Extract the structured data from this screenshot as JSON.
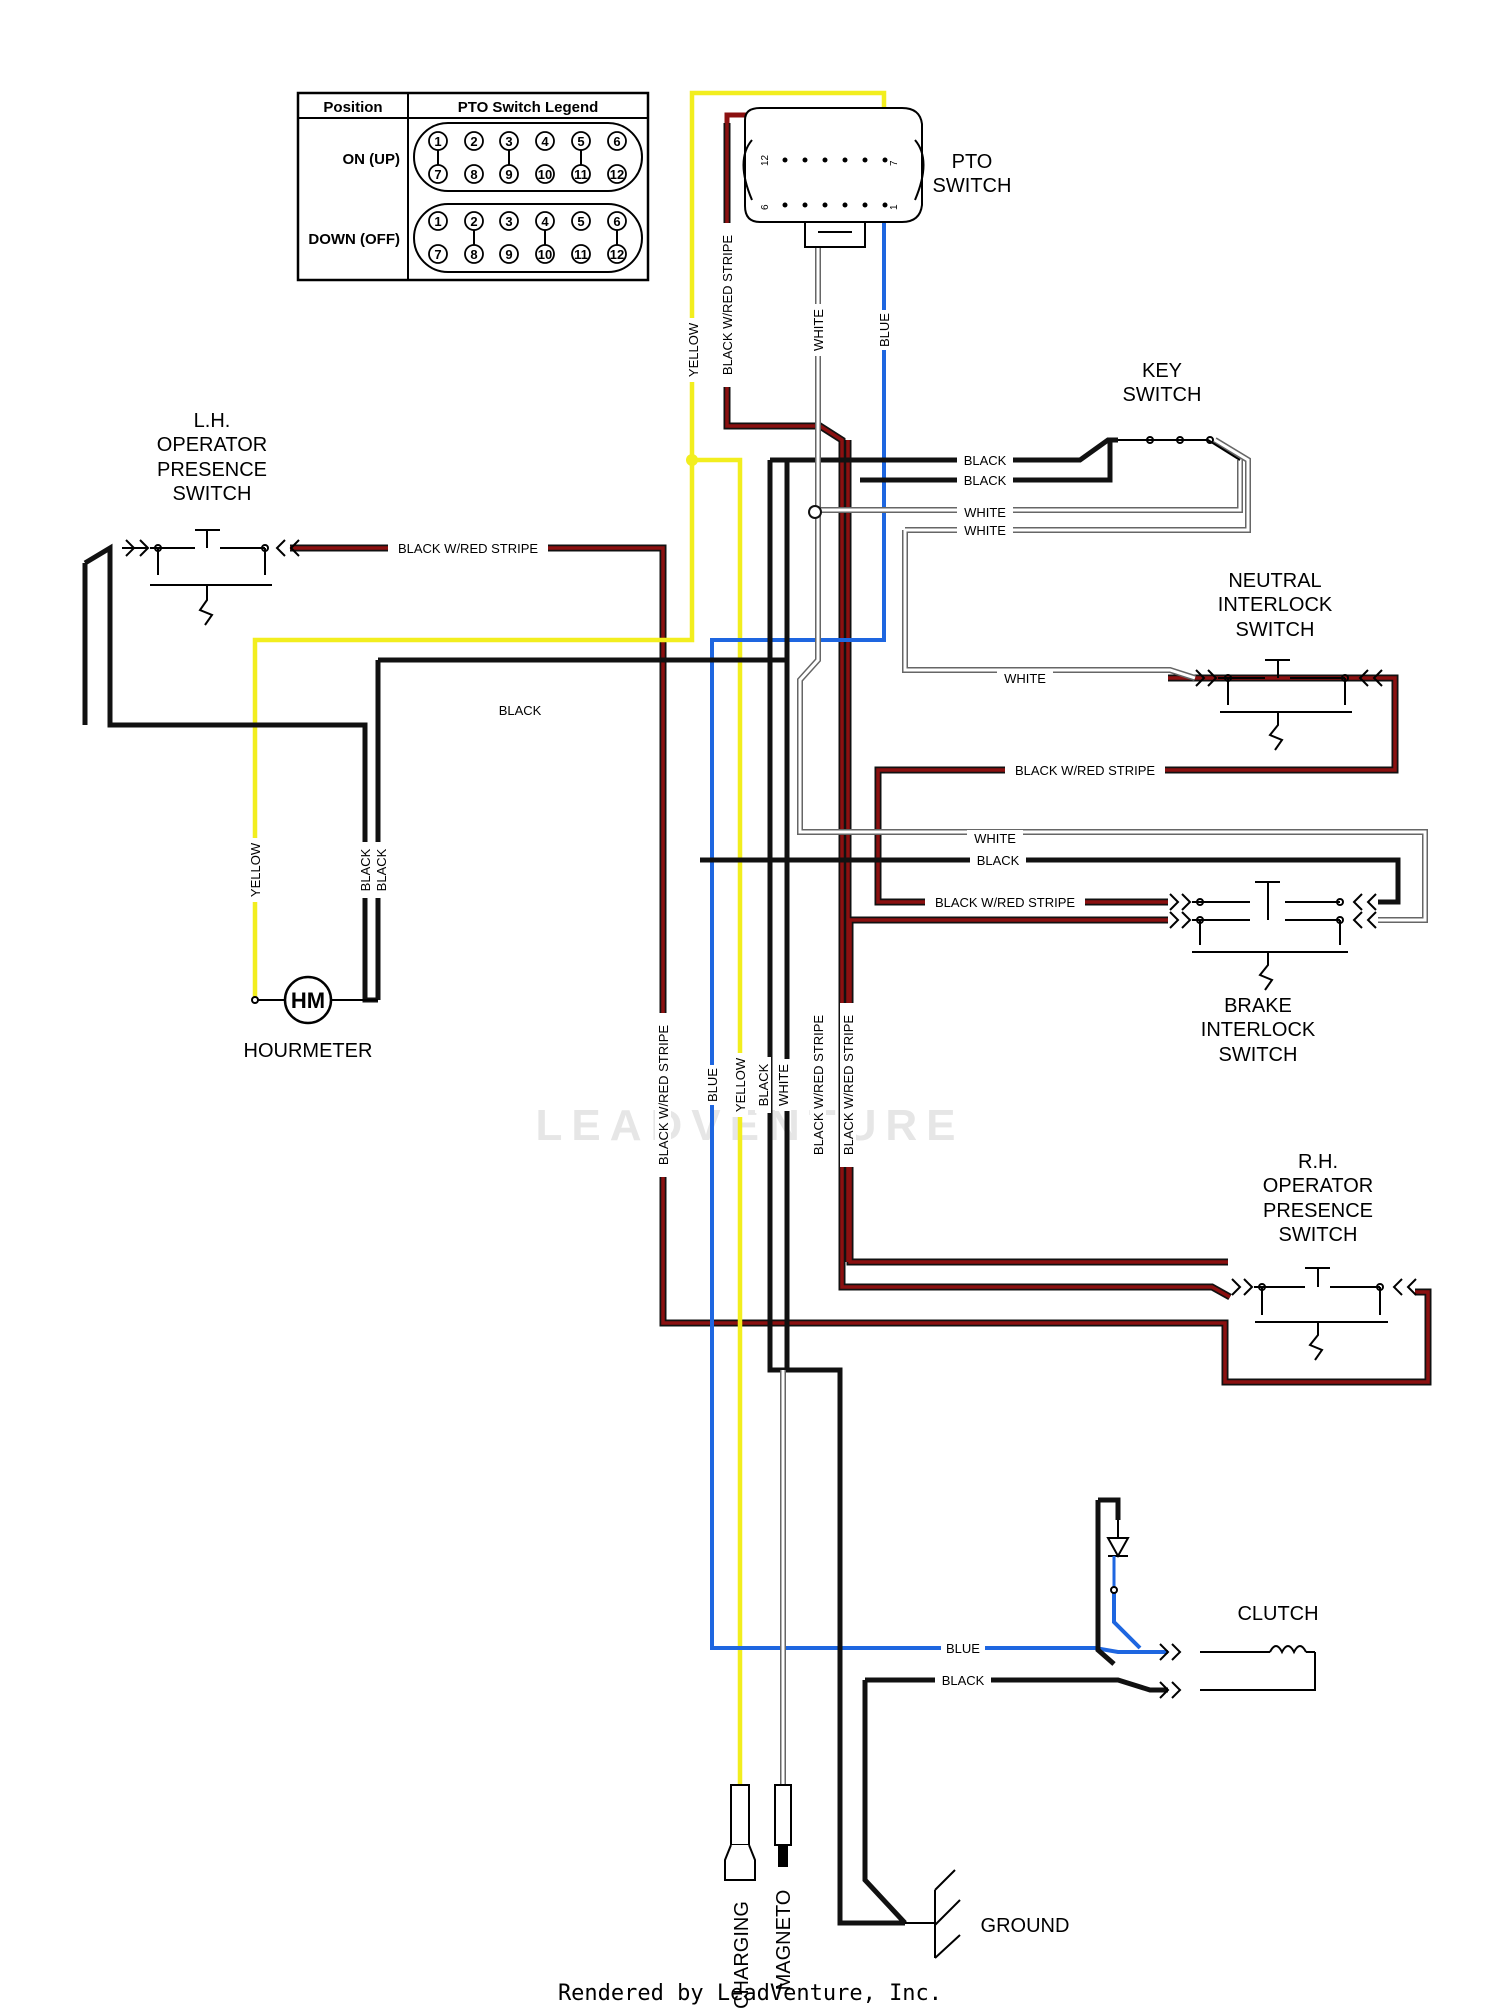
{
  "legend": {
    "col_position": "Position",
    "col_legend": "PTO Switch Legend",
    "row_on": "ON (UP)",
    "row_off": "DOWN (OFF)",
    "pins_top": [
      "1",
      "2",
      "3",
      "4",
      "5",
      "6"
    ],
    "pins_bottom": [
      "7",
      "8",
      "9",
      "10",
      "11",
      "12"
    ]
  },
  "components": {
    "pto_switch": [
      "PTO",
      "SWITCH"
    ],
    "key_switch": [
      "KEY",
      "SWITCH"
    ],
    "lh_operator_switch": [
      "L.H.",
      "OPERATOR",
      "PRESENCE",
      "SWITCH"
    ],
    "neutral_switch": [
      "NEUTRAL",
      "INTERLOCK",
      "SWITCH"
    ],
    "brake_switch": [
      "BRAKE",
      "INTERLOCK",
      "SWITCH"
    ],
    "rh_operator_switch": [
      "R.H.",
      "OPERATOR",
      "PRESENCE",
      "SWITCH"
    ],
    "hourmeter_symbol": "HM",
    "hourmeter": "HOURMETER",
    "clutch": "CLUTCH",
    "ground": "GROUND",
    "charging": "CHARGING",
    "magneto": "MAGNETO",
    "pto_pin_12": "12",
    "pto_pin_7": "7",
    "pto_pin_6": "6",
    "pto_pin_1": "1"
  },
  "wire_labels": {
    "yellow": "YELLOW",
    "black_red": "BLACK W/RED STRIPE",
    "white": "WHITE",
    "blue": "BLUE",
    "black": "BLACK"
  },
  "colors": {
    "yellow": "#f2ee1e",
    "red": "#8b1010",
    "blue": "#1e66e0",
    "black": "#111111",
    "white_wire_outline": "#555555"
  },
  "watermark": "LEADVENTURE",
  "footer": "Rendered by LeadVenture, Inc."
}
